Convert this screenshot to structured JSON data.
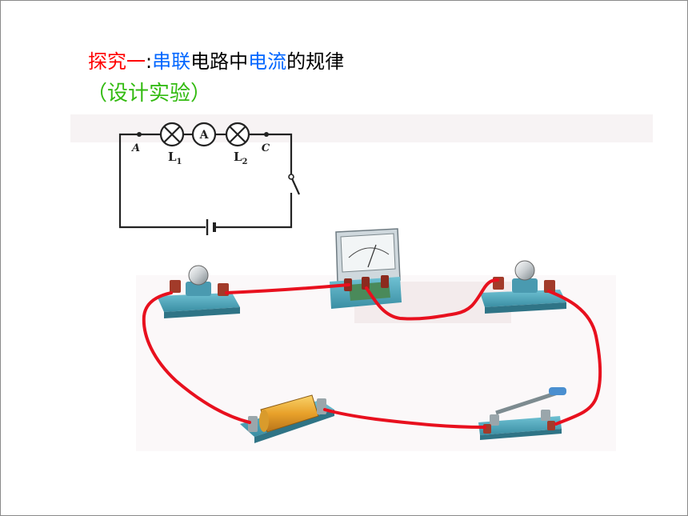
{
  "title": {
    "part1": "探究一",
    "sep": ":",
    "part2": "串联",
    "part3": "电路中",
    "part4": "电流",
    "part5": "的规律"
  },
  "subtitle": "（设计实验）",
  "schematic": {
    "label_a": "A",
    "label_c": "C",
    "lamp1": "L",
    "lamp1_sub": "1",
    "lamp2": "L",
    "lamp2_sub": "2",
    "ammeter": "A"
  },
  "colors": {
    "wire": "#e8101e",
    "device_base": "#4aa3b9",
    "title_red": "#ff0000",
    "title_blue": "#0066ff",
    "subtitle_green": "#33bb11"
  }
}
